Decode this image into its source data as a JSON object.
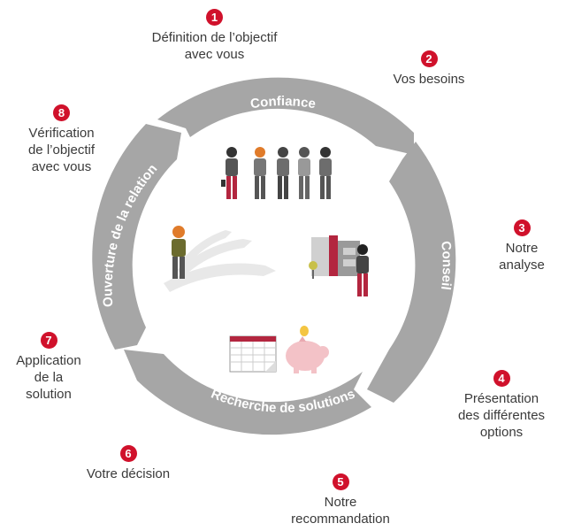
{
  "colors": {
    "ring": "#a6a6a6",
    "ring_text": "#ffffff",
    "badge": "#d0112b",
    "label": "#3a3a3a",
    "accent_red": "#b3263f",
    "gray_person": "#6d6d6d",
    "olive": "#6b6b2e",
    "orange_hair": "#e07b2a",
    "pig": "#f3c2c7",
    "coin": "#f4c542"
  },
  "ring": {
    "segments": [
      {
        "label": "Confiance"
      },
      {
        "label": "Conseil"
      },
      {
        "label": "Recherche de solutions"
      },
      {
        "label": "Ouverture de la relation"
      }
    ]
  },
  "steps": [
    {
      "number": "1",
      "text": "Définition de l’objectif\navec vous"
    },
    {
      "number": "2",
      "text": "Vos besoins"
    },
    {
      "number": "3",
      "text": "Notre\nanalyse"
    },
    {
      "number": "4",
      "text": "Présentation\ndes différentes\noptions"
    },
    {
      "number": "5",
      "text": "Notre\nrecommandation"
    },
    {
      "number": "6",
      "text": "Votre décision"
    },
    {
      "number": "7",
      "text": "Application\nde la\nsolution"
    },
    {
      "number": "8",
      "text": "Vérification\nde l’objectif\navec vous"
    }
  ],
  "illustrations": [
    {
      "icon": "meeting-people-icon"
    },
    {
      "icon": "person-crossroads-icon"
    },
    {
      "icon": "bank-building-advisor-icon"
    },
    {
      "icon": "calendar-icon"
    },
    {
      "icon": "piggy-bank-icon"
    }
  ]
}
